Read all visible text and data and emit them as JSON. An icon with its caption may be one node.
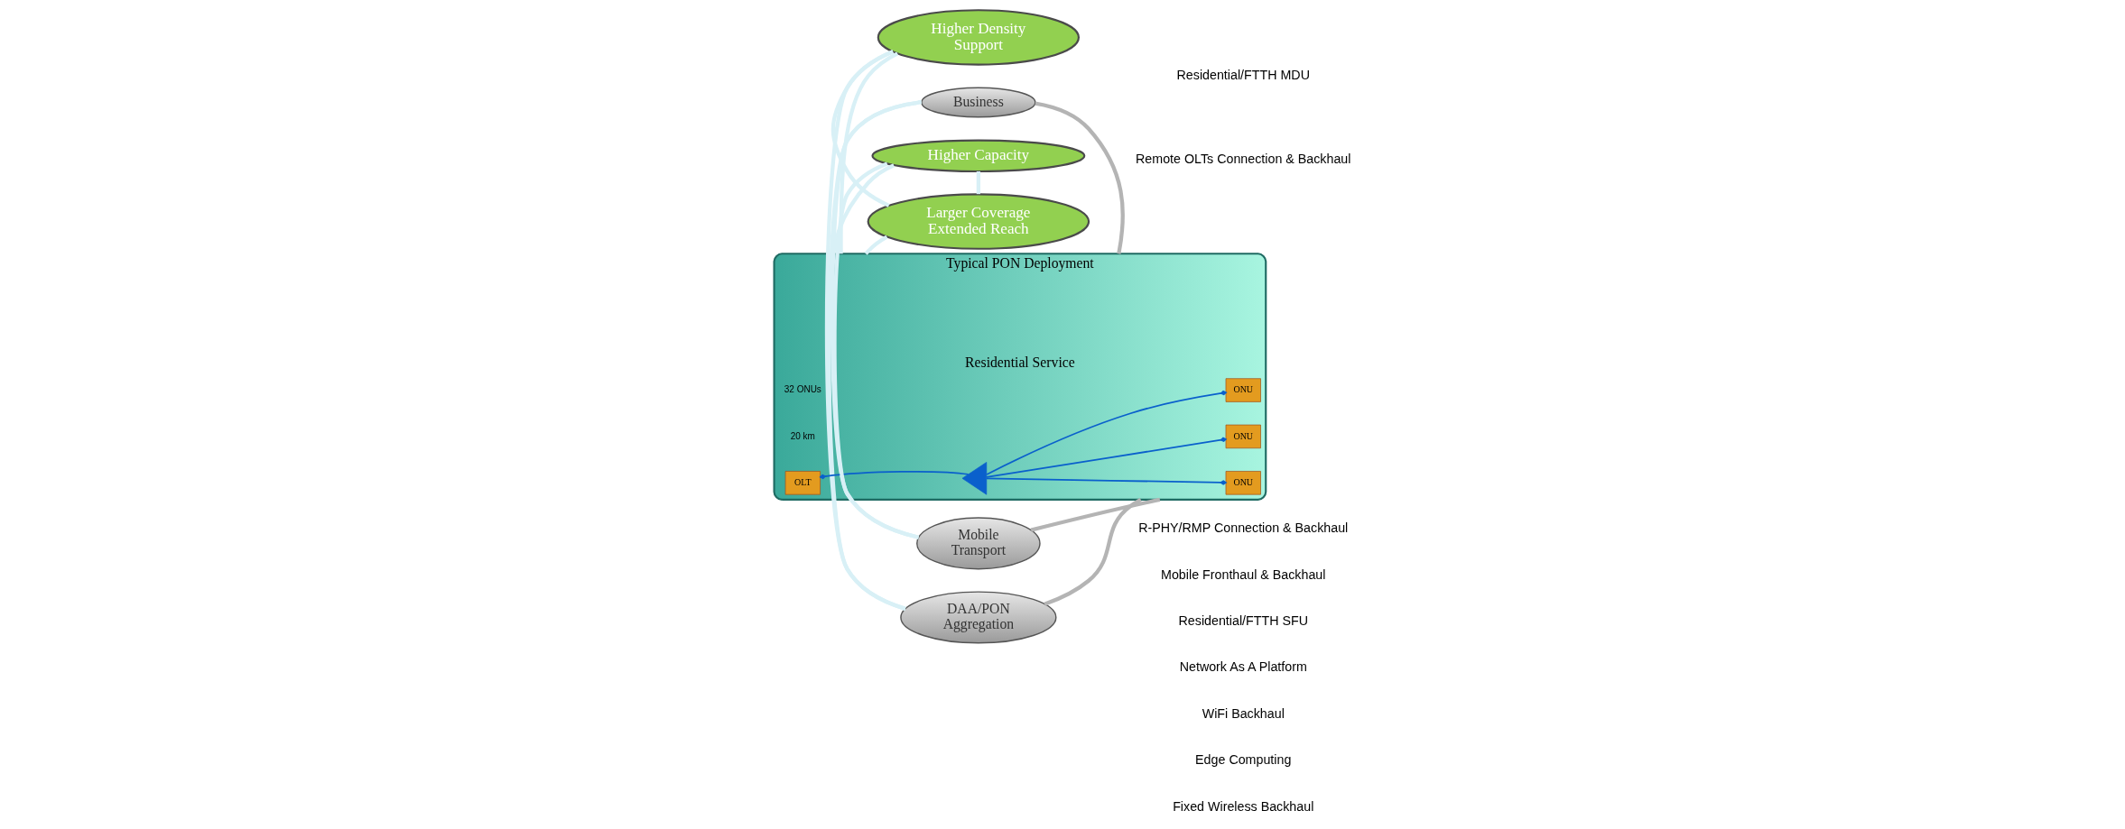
{
  "diagram": {
    "nodes": [
      {
        "text": [
          "Business"
        ]
      },
      {
        "text": [
          "DAA/PON Aggregation"
        ]
      },
      {
        "text": [
          "Mobile Transport"
        ]
      },
      {
        "text": [
          "Typical PON Deployment",
          "Residential Service"
        ]
      },
      {
        "text": [
          "OLT"
        ],
        "in": 3
      },
      {
        "text": [],
        "shape": "triangle",
        "in": 3
      },
      {
        "text": [
          "ONU"
        ],
        "in": 3
      },
      {
        "text": [
          "ONU"
        ],
        "in": 3
      },
      {
        "text": [
          "ONU"
        ],
        "in": 3
      },
      {
        "text": [
          "Higher Density Support"
        ]
      },
      {
        "text": [
          "Higher Capacity"
        ]
      },
      {
        "text": [
          "Larger Coverage Extended Reach"
        ]
      }
    ],
    "edges": [
      {
        "from": 0,
        "to": 3,
        "arrow": "none",
        "color": "#b4b4b4"
      },
      {
        "from": 1,
        "to": 3,
        "arrow": "none",
        "color": "#b4b4b4"
      },
      {
        "from": 2,
        "to": 3,
        "arrow": "none",
        "color": "#b4b4b4"
      },
      {
        "from": 3,
        "to": 9,
        "arrow": "none",
        "color": "#d8f0f6"
      },
      {
        "from": 3,
        "to": 11,
        "arrow": "none",
        "color": "#d8f0f6"
      },
      {
        "from": 3,
        "to": 10,
        "arrow": "none",
        "color": "#d8f0f6"
      },
      {
        "from": 5,
        "to": 4,
        "arrow": "other",
        "color": "#0a60cc"
      },
      {
        "from": 5,
        "to": 6,
        "arrow": "other",
        "color": "#0a60cc"
      },
      {
        "from": 5,
        "to": 7,
        "arrow": "other",
        "color": "#0a60cc"
      },
      {
        "from": 5,
        "to": 8,
        "arrow": "other",
        "color": "#0a60cc"
      },
      {
        "from": 2,
        "to": 0,
        "arrow": "none",
        "color": "#d8f0f6"
      },
      {
        "from": 0,
        "to": 1,
        "arrow": "none",
        "color": "#d8f0f6"
      },
      {
        "from": 1,
        "to": 9,
        "arrow": "none",
        "color": "#d8f0f6"
      },
      {
        "from": 9,
        "to": 11,
        "arrow": "none",
        "color": "#d8f0f6"
      },
      {
        "from": 11,
        "to": 10,
        "arrow": "none",
        "color": "#d8f0f6"
      },
      {
        "from": 10,
        "to": 2,
        "arrow": "none",
        "color": "#d8f0f6"
      }
    ],
    "labels": [
      "32 ONUs",
      "20 km",
      "Residential/FTTH MDU",
      "Remote OLTs Connection & Backhaul",
      "R-PHY/RMP Connection & Backhaul",
      "Mobile Fronthaul & Backhaul",
      "Residential/FTTH SFU",
      "Network As A Platform",
      "WiFi Backhaul",
      "Edge Computing",
      "Fixed Wireless Backhaul"
    ]
  }
}
